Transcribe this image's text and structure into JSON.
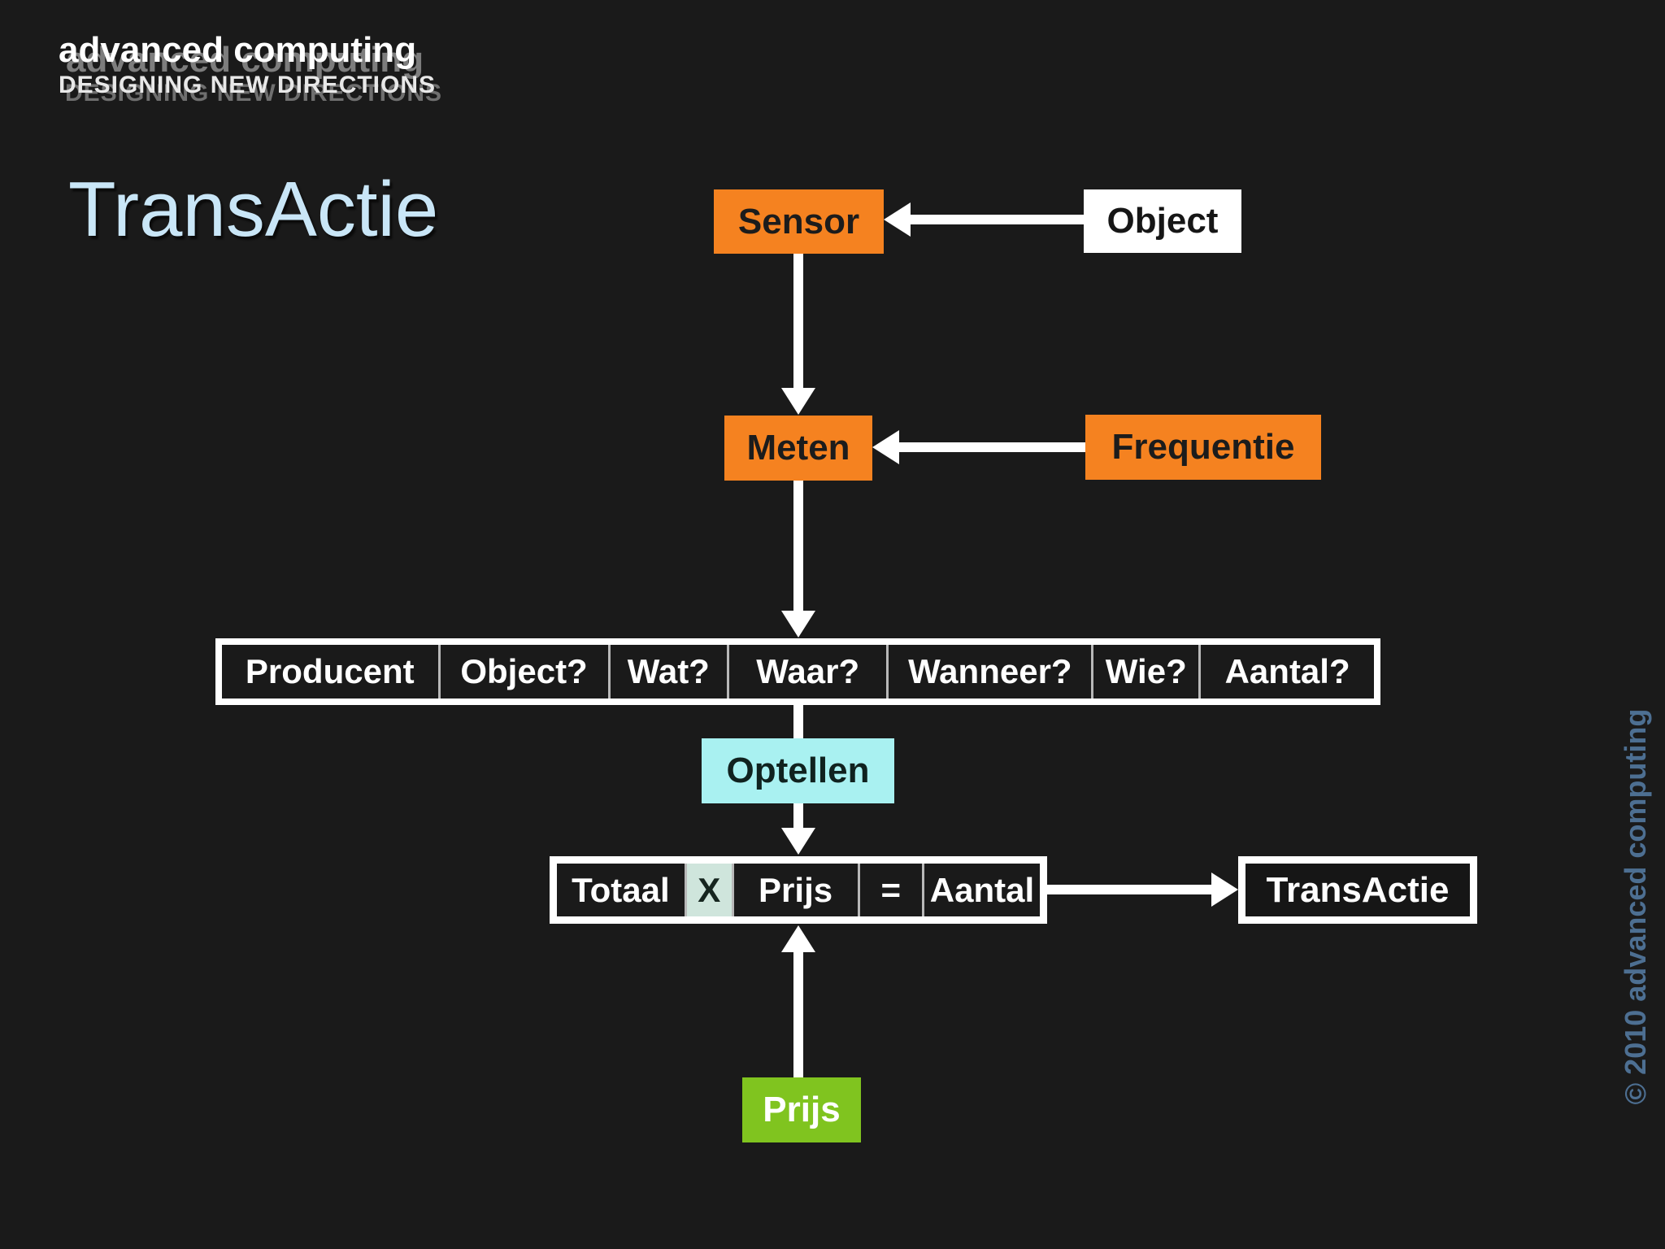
{
  "logo": {
    "line1": "advanced computing",
    "line2": "DESIGNING NEW DIRECTIONS"
  },
  "title": "TransActie",
  "diagram": {
    "sensor": "Sensor",
    "object": "Object",
    "meten": "Meten",
    "frequentie": "Frequentie",
    "questions": [
      "Producent",
      "Object?",
      "Wat?",
      "Waar?",
      "Wanneer?",
      "Wie?",
      "Aantal?"
    ],
    "optellen": "Optellen",
    "formula": [
      "Totaal",
      "X",
      "Prijs",
      "=",
      "Aantal"
    ],
    "transactie": "TransActie",
    "prijs": "Prijs"
  },
  "footer": {
    "copyright": "© 2010 advanced computing"
  },
  "colors": {
    "background": "#1a1a1a",
    "orange": "#f58220",
    "white_box": "#ffffff",
    "cyan_box": "#a9f1f1",
    "mint_cell": "#cfe5dc",
    "green_box": "#80c41f",
    "title_blue": "#c9e6f7",
    "copyright_blue": "#4d6f92",
    "arrow": "#ffffff"
  }
}
